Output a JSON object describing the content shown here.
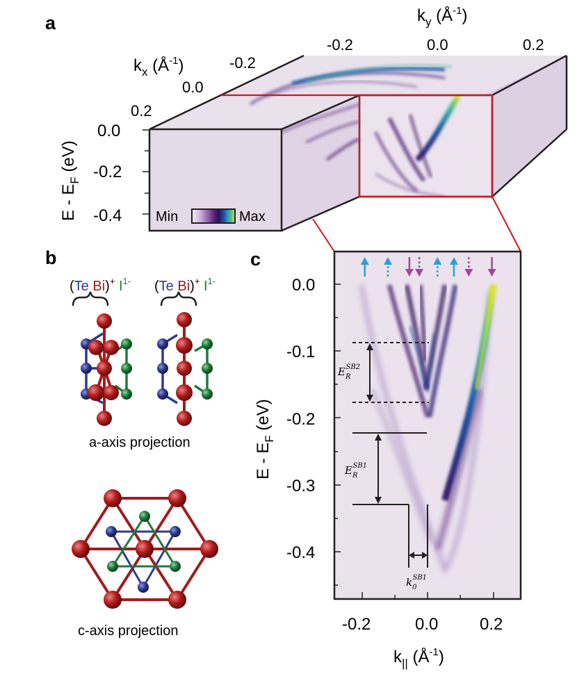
{
  "panels": {
    "a": {
      "label": "a",
      "ky_axis": {
        "label_main": "k",
        "label_sub": "y",
        "label_unit": " (Å",
        "label_sup": "-1",
        "label_close": ")",
        "ticks": [
          "-0.2",
          "0.0",
          "0.2"
        ]
      },
      "kx_axis": {
        "label_main": "k",
        "label_sub": "x",
        "label_unit": " (Å",
        "label_sup": "-1",
        "label_close": ")",
        "ticks": [
          "-0.2",
          "0.0",
          "0.2"
        ]
      },
      "energy_axis": {
        "label_main": "E - E",
        "label_sub": "F",
        "label_unit": " (eV)",
        "ticks": [
          "0.0",
          "-0.2",
          "-0.4"
        ]
      },
      "colorbar": {
        "min_label": "Min",
        "max_label": "Max",
        "colors": [
          "#f7f0f7",
          "#d9c2e0",
          "#9c6bb0",
          "#5a2a7e",
          "#2b1055",
          "#1f4fa0",
          "#2aa0b8",
          "#60c080",
          "#e4e430"
        ]
      }
    },
    "b": {
      "label": "b",
      "formula": [
        {
          "open": "(",
          "te": "Te",
          "bi": "Bi",
          "close": ")",
          "sup": "+",
          "iodine": "I",
          "isup": "1-"
        },
        {
          "open": "(",
          "te": "Te",
          "bi": "Bi",
          "close": ")",
          "sup": "+",
          "iodine": "I",
          "isup": "1-"
        }
      ],
      "a_axis_caption": "a-axis projection",
      "c_axis_caption": "c-axis projection",
      "atom_colors": {
        "te": "#2e3a8c",
        "bi": "#a01c1c",
        "iodine": "#1f7a3a"
      }
    },
    "c": {
      "label": "c",
      "energy_axis": {
        "label_main": "E - E",
        "label_sub": "F",
        "label_unit": " (eV)",
        "ticks": [
          "0.0",
          "-0.1",
          "-0.2",
          "-0.3",
          "-0.4"
        ]
      },
      "k_axis": {
        "label_main": "k",
        "label_sub": "||",
        "label_unit": " (Å",
        "label_sup": "-1",
        "label_close": ")",
        "ticks": [
          "-0.2",
          "0.0",
          "0.2"
        ]
      },
      "annotations": {
        "er_sb2": {
          "base": "E",
          "sub": "R",
          "sup": "SB2"
        },
        "er_sb1": {
          "base": "E",
          "sub": "R",
          "sup": "SB1"
        },
        "k0_sb1": {
          "base": "k",
          "sub": "0",
          "sup": "SB1"
        }
      },
      "spin_arrows": [
        {
          "k": -0.19,
          "dir": "up",
          "style": "solid",
          "color": "#2a9fd8"
        },
        {
          "k": -0.12,
          "dir": "up",
          "style": "dotted",
          "color": "#2a9fd8"
        },
        {
          "k": -0.055,
          "dir": "down",
          "style": "solid",
          "color": "#a0489a"
        },
        {
          "k": -0.025,
          "dir": "down",
          "style": "dotted",
          "color": "#a0489a"
        },
        {
          "k": 0.03,
          "dir": "up",
          "style": "dotted",
          "color": "#2a9fd8"
        },
        {
          "k": 0.08,
          "dir": "up",
          "style": "solid",
          "color": "#2a9fd8"
        },
        {
          "k": 0.125,
          "dir": "down",
          "style": "dotted",
          "color": "#a0489a"
        },
        {
          "k": 0.195,
          "dir": "down",
          "style": "solid",
          "color": "#a0489a"
        }
      ],
      "energy_markers": {
        "sb2_top": -0.088,
        "sb2_bottom": -0.178,
        "sb1_top": -0.222,
        "sb1_bottom": -0.33
      },
      "k_markers": {
        "left": -0.065,
        "right": 0.0
      }
    }
  }
}
